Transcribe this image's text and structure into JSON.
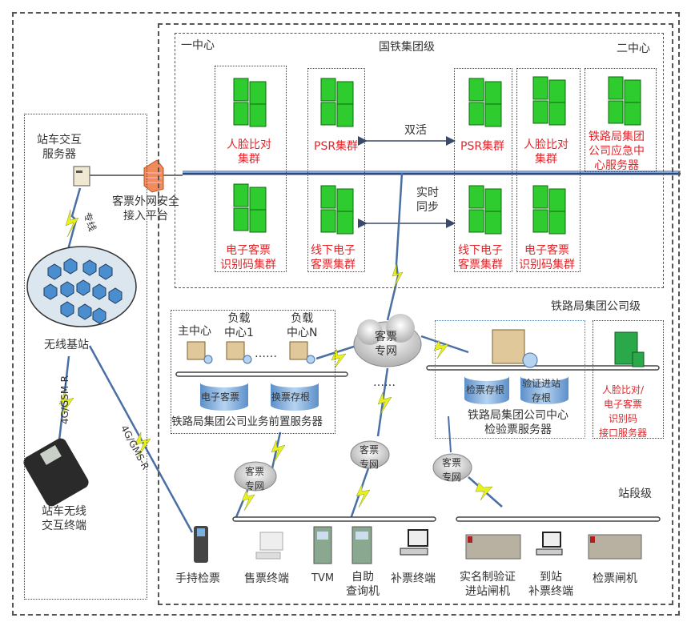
{
  "levels": {
    "group": "国铁集团级",
    "bureau": "铁路局集团公司级",
    "station": "站段级"
  },
  "centers": {
    "first": "一中心",
    "second": "二中心"
  },
  "sync": {
    "active_active": "双活",
    "realtime_sync": [
      "实时",
      "同步"
    ]
  },
  "clusters_first": [
    {
      "name": [
        "人脸比对",
        "集群"
      ]
    },
    {
      "name": [
        "PSR集群"
      ]
    },
    {
      "name": [
        "电子客票",
        "识别码集群"
      ]
    },
    {
      "name": [
        "线下电子",
        "客票集群"
      ]
    }
  ],
  "clusters_second": [
    {
      "name": [
        "PSR集群"
      ]
    },
    {
      "name": [
        "人脸比对",
        "集群"
      ]
    },
    {
      "name": [
        "铁路局集团",
        "公司应急中",
        "心服务器"
      ]
    },
    {
      "name": [
        "线下电子",
        "客票集群"
      ]
    },
    {
      "name": [
        "电子客票",
        "识别码集群"
      ]
    }
  ],
  "left_panel": {
    "interaction_server": [
      "站车交互",
      "服务器"
    ],
    "dedicated_line": "专线",
    "base_station": "无线基站",
    "link_gsm": "4G/GSM-R",
    "link_gms": "4G/GMS-R",
    "wireless_terminal": [
      "站车无线",
      "交互终端"
    ]
  },
  "firewall": [
    "客票外网安全",
    "接入平台"
  ],
  "front_servers": {
    "main_center": "主中心",
    "load_center_1": [
      "负载",
      "中心1"
    ],
    "load_center_n": [
      "负载",
      "中心N"
    ],
    "ellipsis": "……",
    "db_eticket": "电子客票",
    "db_exchange": "换票存根",
    "caption": "铁路局集团公司业务前置服务器"
  },
  "cloud_label": [
    "客票",
    "专网"
  ],
  "check_servers": {
    "db_check": "检票存根",
    "db_verify": [
      "验证进站",
      "存根"
    ],
    "caption": [
      "铁路局集团公司中心",
      "检验票服务器"
    ]
  },
  "interface_server": [
    "人脸比对/",
    "电子客票",
    "识别码",
    "接口服务器"
  ],
  "terminals": [
    {
      "name": [
        "手持检票"
      ]
    },
    {
      "name": [
        "售票终端"
      ]
    },
    {
      "name": [
        "TVM"
      ]
    },
    {
      "name": [
        "自助",
        "查询机"
      ]
    },
    {
      "name": [
        "补票终端"
      ]
    },
    {
      "name": [
        "实名制验证",
        "进站闸机"
      ]
    },
    {
      "name": [
        "到站",
        "补票终端"
      ]
    },
    {
      "name": [
        "检票闸机"
      ]
    }
  ],
  "colors": {
    "server_green": "#2ecc2e",
    "label_red": "#e0262b",
    "backbone_blue": "#4a6fa5",
    "lightning_yellow": "#e8f020"
  }
}
